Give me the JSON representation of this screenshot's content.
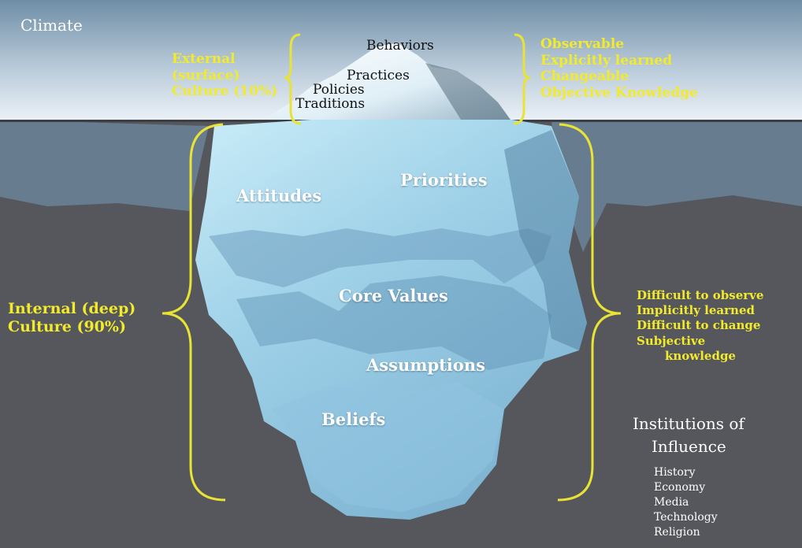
{
  "colors": {
    "sky_top": "#6f8ea6",
    "sky_bottom": "#eaf0f6",
    "water": "#55575c",
    "ice_light": "#b7dff0",
    "ice_mid": "#8ec5e0",
    "ice_dark": "#5f92b3",
    "bracket": "#e9e335",
    "label_yellow": "#f2ea2c"
  },
  "title": "Climate",
  "surface": {
    "left_label_lines": [
      "External",
      "(surface)",
      "Culture (10%)"
    ],
    "tip_items": [
      "Behaviors",
      "Practices",
      "Policies",
      "Traditions"
    ],
    "right_traits": [
      "Observable",
      "Explicitly learned",
      "Changeable",
      "Objective Knowledge"
    ]
  },
  "deep": {
    "left_label_lines": [
      "Internal (deep)",
      "Culture (90%)"
    ],
    "ice_items": [
      "Attitudes",
      "Priorities",
      "Core Values",
      "Assumptions",
      "Beliefs"
    ],
    "right_traits": [
      "Difficult to observe",
      "Implicitly learned",
      "Difficult to change",
      "Subjective",
      "knowledge"
    ]
  },
  "institutions": {
    "title_lines": [
      "Institutions of",
      "Influence"
    ],
    "items": [
      "History",
      "Economy",
      "Media",
      "Technology",
      "Religion"
    ]
  }
}
